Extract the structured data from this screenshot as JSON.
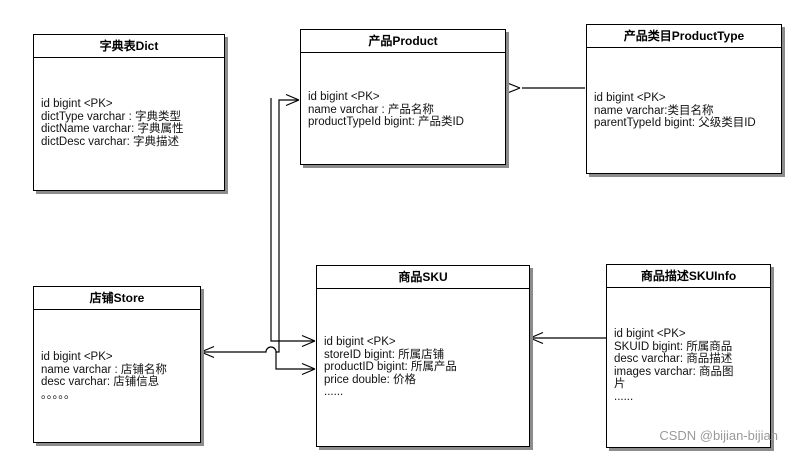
{
  "entities": {
    "dict": {
      "title": "字典表Dict",
      "attributes": [
        "id bigint <PK>",
        "dictType varchar : 字典类型",
        "dictName varchar: 字典属性",
        "dictDesc varchar: 字典描述"
      ]
    },
    "product": {
      "title": "产品Product",
      "attributes": [
        "id bigint <PK>",
        "name varchar : 产品名称",
        "productTypeId bigint: 产品类ID"
      ]
    },
    "product_type": {
      "title": "产品类目ProductType",
      "attributes": [
        "id bigint <PK>",
        "name varchar:类目名称",
        "parentTypeId bigint: 父级类目ID"
      ]
    },
    "store": {
      "title": "店铺Store",
      "attributes": [
        "id bigint <PK>",
        "name varchar : 店铺名称",
        "desc varchar: 店铺信息",
        "。。。。。"
      ]
    },
    "sku": {
      "title": "商品SKU",
      "attributes": [
        "id bigint <PK>",
        "storeID bigint: 所属店铺",
        "productID bigint: 所属产品",
        "price double: 价格",
        "......"
      ]
    },
    "sku_info": {
      "title": "商品描述SKUInfo",
      "attributes": [
        "id bigint <PK>",
        "SKUID bigint: 所属商品",
        "desc varchar: 商品描述",
        "images varchar: 商品图片",
        "......"
      ]
    }
  },
  "watermark": "CSDN @bijian-bijian",
  "colors": {
    "stroke": "#000000",
    "shadow": "#8c8c8c",
    "watermark": "#9a9a9a"
  }
}
